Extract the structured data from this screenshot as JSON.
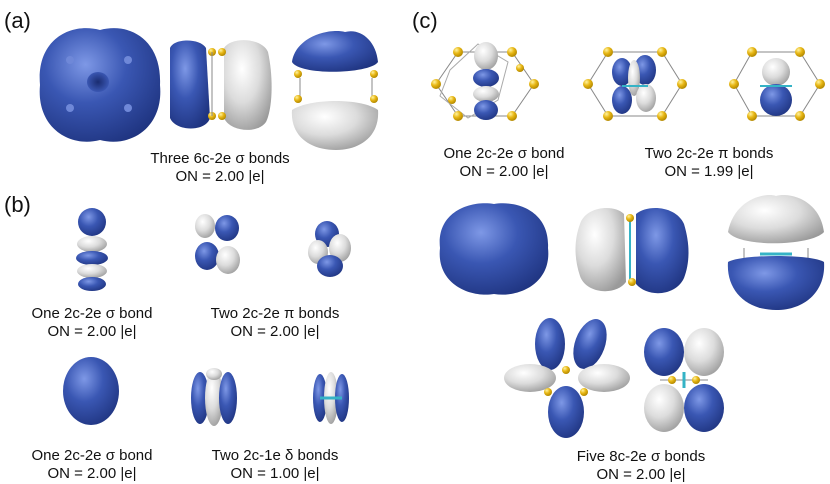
{
  "colors": {
    "blue": "#3a57b3",
    "blue_dark": "#243d8c",
    "white": "#e6e6e6",
    "white_dark": "#a8a8a8",
    "gold": "#e8b715",
    "cyan": "#35b3c6"
  },
  "panels": {
    "a": {
      "label": "(a)",
      "caption": {
        "line1": "Three 6c-2e σ bonds",
        "line2": "ON = 2.00 |e|"
      }
    },
    "b": {
      "label": "(b)",
      "captions": [
        {
          "line1": "One 2c-2e σ bond",
          "line2": "ON = 2.00 |e|"
        },
        {
          "line1": "Two 2c-2e π bonds",
          "line2": "ON = 2.00 |e|"
        },
        {
          "line1": "One 2c-2e σ bond",
          "line2": "ON = 2.00 |e|"
        },
        {
          "line1": "Two 2c-1e δ bonds",
          "line2": "ON = 1.00 |e|"
        }
      ]
    },
    "c": {
      "label": "(c)",
      "captions": [
        {
          "line1": "One 2c-2e σ bond",
          "line2": "ON = 2.00 |e|"
        },
        {
          "line1": "Two 2c-2e π bonds",
          "line2": "ON = 1.99 |e|"
        },
        {
          "line1": "Five 8c-2e σ bonds",
          "line2": "ON = 2.00 |e|"
        }
      ]
    }
  }
}
